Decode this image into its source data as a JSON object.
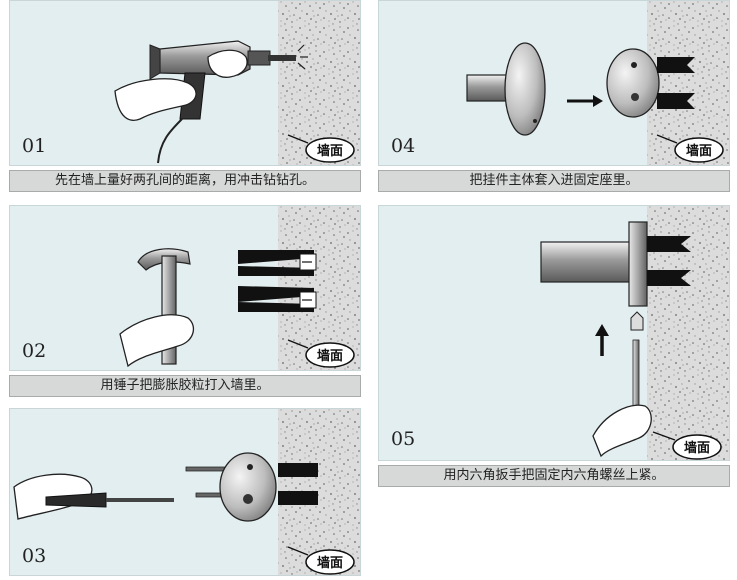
{
  "colors": {
    "panel_bg": "#e3eef0",
    "caption_bg": "#d7d8d8",
    "wall": "#d8d8d8",
    "ink": "#111111"
  },
  "wall_label": "墙面",
  "steps": [
    {
      "number": "01",
      "caption": "先在墙上量好两孔间的距离，用冲击钻钻孔。",
      "illustration": "drill-icon"
    },
    {
      "number": "02",
      "caption": "用锤子把膨胀胶粒打入墙里。",
      "illustration": "hammer-icon"
    },
    {
      "number": "03",
      "caption": "",
      "illustration": "screwdriver-icon"
    },
    {
      "number": "04",
      "caption": "把挂件主体套入进固定座里。",
      "illustration": "mount-base-icon"
    },
    {
      "number": "05",
      "caption": "用内六角扳手把固定内六角螺丝上紧。",
      "illustration": "hex-key-icon"
    }
  ]
}
